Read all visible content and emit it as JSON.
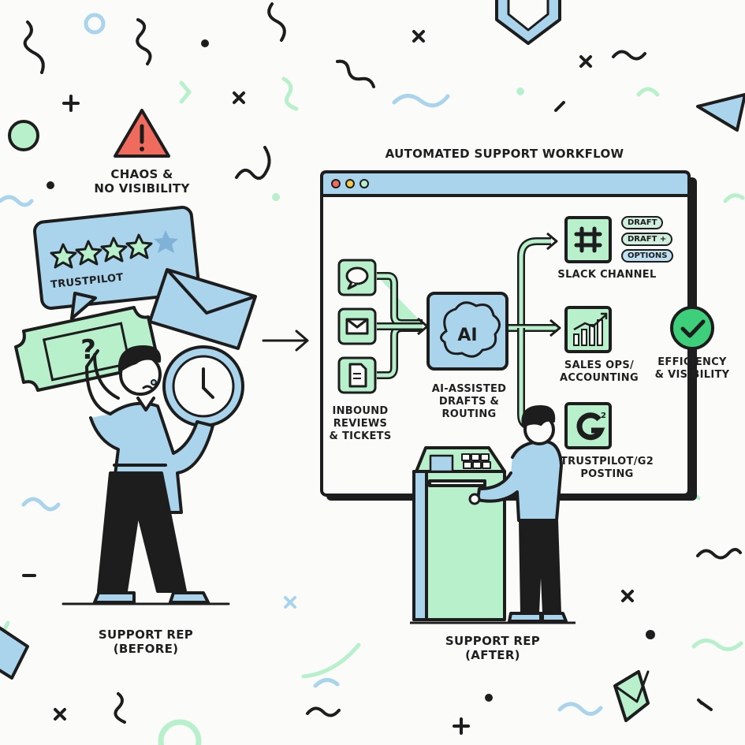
{
  "title": "AUTOMATED SUPPORT WORKFLOW",
  "before": {
    "warning_label": "CHAOS &\nNO VISIBILITY",
    "review_label": "TRUSTPILOT",
    "person_label": "SUPPORT REP\n(BEFORE)"
  },
  "after": {
    "person_label": "SUPPORT REP\n(AFTER)"
  },
  "workflow": {
    "inbound_label": "INBOUND\nREVIEWS\n& TICKETS",
    "ai_text": "AI",
    "ai_label": "AI-ASSISTED\nDRAFTS &\nROUTING",
    "slack_label": "SLACK CHANNEL",
    "badges": [
      "DRAFT",
      "DRAFT +",
      "OPTIONS"
    ],
    "sales_label": "SALES OPS/\nACCOUNTING",
    "g2_text": "G",
    "g2_sup": "2",
    "posting_label": "TRUSTPILOT/G2\nPOSTING",
    "efficiency_label": "EFFICIENCY\n& VISIBILITY"
  },
  "colors": {
    "blue": "#a9d4ec",
    "green": "#b8f0cc",
    "red": "#ef6b5e",
    "check_green": "#3ecf7a",
    "ink": "#1d1d1d"
  }
}
